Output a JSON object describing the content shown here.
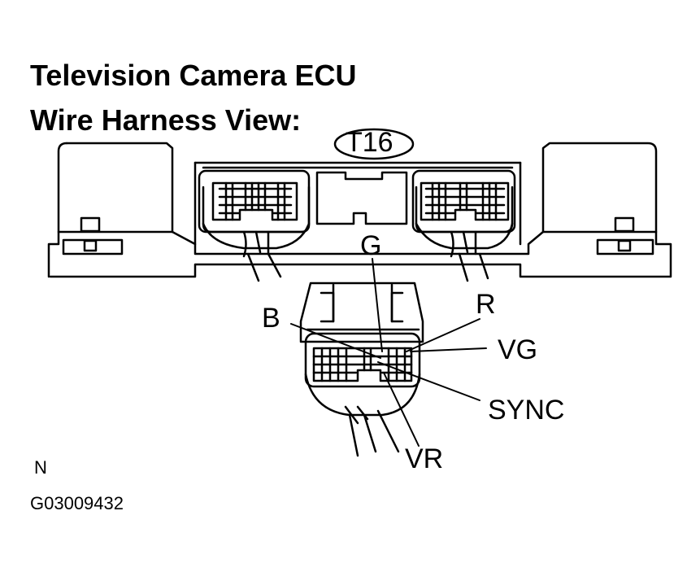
{
  "diagram": {
    "title_line1": "Television Camera ECU",
    "title_line2": "Wire Harness View:",
    "connector_id": "T16",
    "pins": {
      "g": "G",
      "r": "R",
      "b": "B",
      "vg": "VG",
      "sync": "SYNC",
      "vr": "VR"
    },
    "corner_mark": "N",
    "figure_code": "G03009432"
  },
  "colors": {
    "ink": "#000000",
    "paper": "#ffffff"
  }
}
